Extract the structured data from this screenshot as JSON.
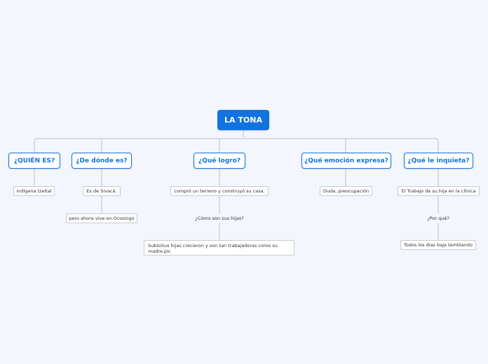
{
  "root": {
    "label": "LA TONA"
  },
  "branches": [
    {
      "label": "¿QUIÉN ES?",
      "children": [
        "indígena tzeltal"
      ]
    },
    {
      "label": "¿De dónde es?",
      "children": [
        "Es de Sivacá.",
        "pero ahora vive en Ocosingo"
      ]
    },
    {
      "label": "¿Qué logro?",
      "children": [
        "compró un terreno y construyó su casa.",
        "¿Cómo son sus hijas?",
        "SubtoSus hijas crecieron y son tan trabajadoras como su madre.pic"
      ]
    },
    {
      "label": "¿Qué emoción expresa?",
      "children": [
        "Duda, preocupación"
      ]
    },
    {
      "label": "¿Qué le inquieta?",
      "children": [
        "El Trabajo de su hija en la clínica",
        "¿Por qué?",
        "Todos los días baja temblando"
      ]
    }
  ],
  "colors": {
    "accent": "#1273de",
    "connector": "#c7cbd1",
    "background": "#f3f6fd"
  }
}
